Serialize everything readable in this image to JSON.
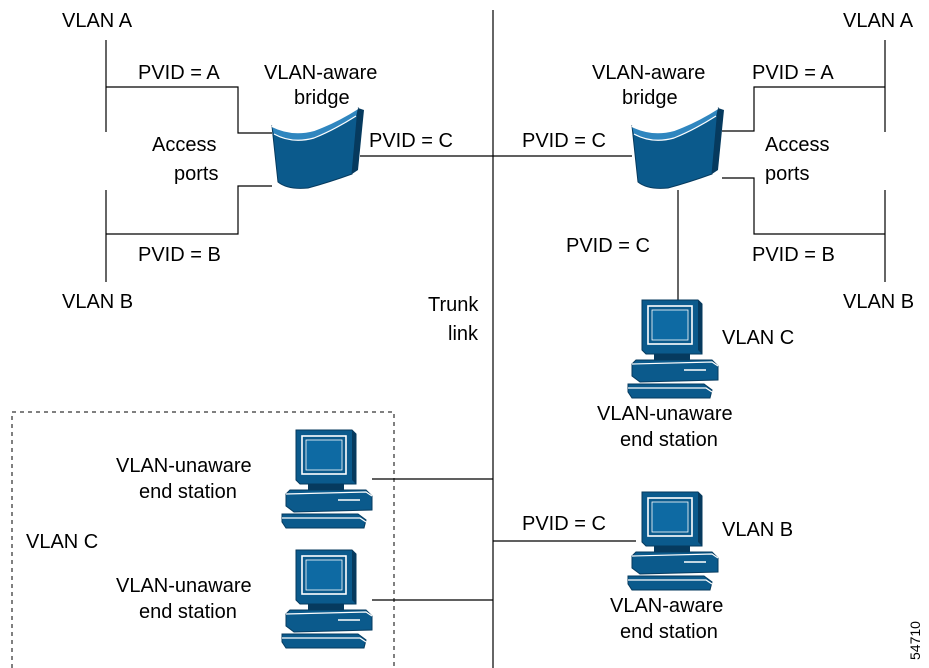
{
  "colors": {
    "device_fill": "#0b5a8c",
    "device_dark": "#063a5e",
    "line": "#000000",
    "background": "#ffffff"
  },
  "labels": {
    "vlan_a_left": "VLAN A",
    "vlan_b_left": "VLAN B",
    "vlan_a_right": "VLAN A",
    "vlan_b_right": "VLAN B",
    "pvid_a_left": "PVID = A",
    "pvid_b_left": "PVID = B",
    "pvid_a_right": "PVID = A",
    "pvid_b_right": "PVID = B",
    "pvid_c_left_bridge": "PVID = C",
    "pvid_c_right_bridge": "PVID = C",
    "pvid_c_down": "PVID = C",
    "pvid_c_aware_station": "PVID = C",
    "bridge_left_line1": "VLAN-aware",
    "bridge_left_line2": "bridge",
    "bridge_right_line1": "VLAN-aware",
    "bridge_right_line2": "bridge",
    "access_left_line1": "Access",
    "access_left_line2": "ports",
    "access_right_line1": "Access",
    "access_right_line2": "ports",
    "trunk_line1": "Trunk",
    "trunk_line2": "link",
    "vlan_c_station_tag": "VLAN C",
    "unaware_right_line1": "VLAN-unaware",
    "unaware_right_line2": "end station",
    "unaware_box1_line1": "VLAN-unaware",
    "unaware_box1_line2": "end station",
    "unaware_box2_line1": "VLAN-unaware",
    "unaware_box2_line2": "end station",
    "vlan_c_box": "VLAN C",
    "vlan_b_station_tag": "VLAN B",
    "aware_station_line1": "VLAN-aware",
    "aware_station_line2": "end station",
    "figure_number": "54710"
  },
  "icons": {
    "bridge": "vlan-bridge-icon",
    "workstation": "computer-icon"
  }
}
